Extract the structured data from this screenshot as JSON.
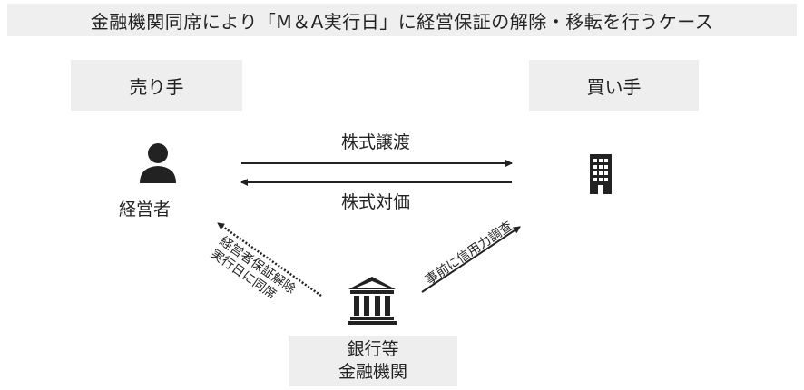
{
  "title": "金融機関同席により「M＆A実行日」に経営保証の解除・移転を行うケース",
  "seller": {
    "label": "売り手",
    "person_label": "経営者",
    "icon": "person-icon"
  },
  "buyer": {
    "label": "買い手",
    "icon": "building-icon"
  },
  "bank": {
    "label_line1": "銀行等",
    "label_line2": "金融機関",
    "icon": "bank-icon"
  },
  "flows": {
    "share_transfer": "株式譲渡",
    "share_price": "株式対価",
    "guarantee_release_line1": "経営者保証解除",
    "guarantee_release_line2": "実行日に同席",
    "credit_check": "事前に信用力調査"
  },
  "colors": {
    "box_bg": "#eeeeee",
    "title_bg": "#efefef",
    "ink": "#222222"
  }
}
